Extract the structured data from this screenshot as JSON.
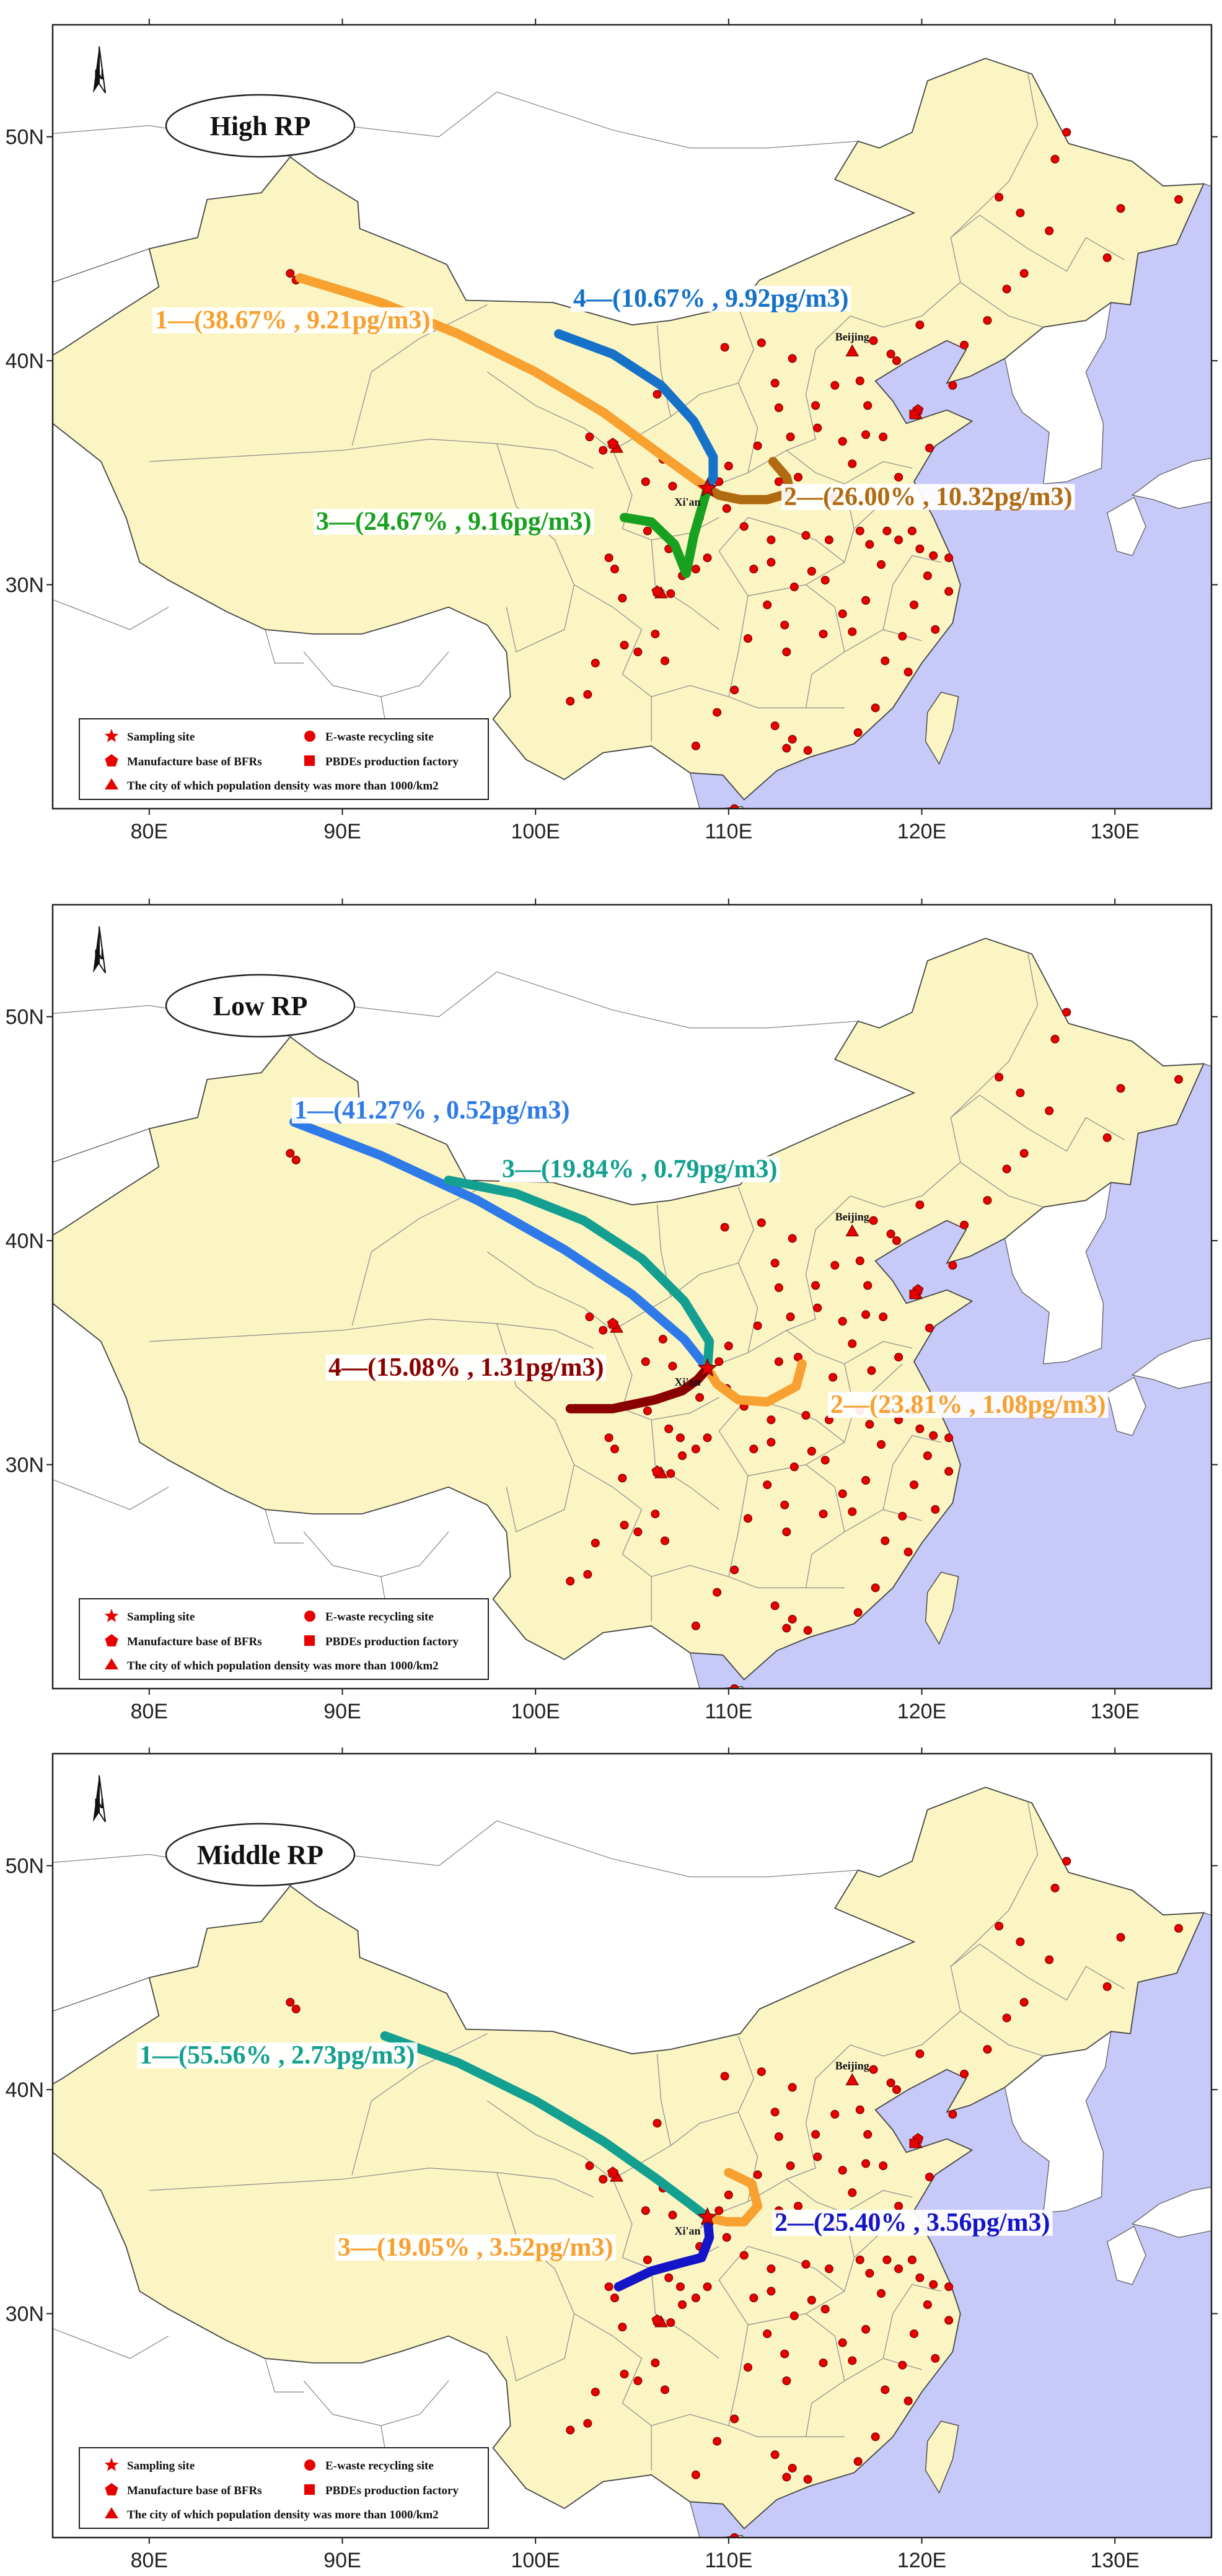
{
  "colors": {
    "sea": "#c7c9f8",
    "land": "#fbf5c4",
    "marker": "#e60000"
  },
  "labels": {
    "beijing": "Beijing",
    "xian": "Xi'an"
  },
  "legend": {
    "sampling_site": "Sampling site",
    "ewaste": "E-waste recycling site",
    "bfr_base": "Manufacture base of BFRs",
    "pbde_factory": "PBDEs production factory",
    "pop_density": "The city of which population density was more than 1000/km2"
  },
  "axes": {
    "x_ticks": [
      "80E",
      "90E",
      "100E",
      "110E",
      "120E",
      "130E"
    ],
    "y_ticks": [
      "30N",
      "40N",
      "50N"
    ]
  },
  "panels": [
    {
      "title": "High RP",
      "routes": [
        {
          "label": "1—(38.67% , 9.21pg/m3)",
          "color": "#f8a030",
          "lon": [
            87.8,
            92,
            96,
            100,
            103.5,
            106.5,
            108.9
          ],
          "lat": [
            43.7,
            42.6,
            41.2,
            39.5,
            37.7,
            35.8,
            34.3
          ]
        },
        {
          "label": "2—(26.00% , 10.32pg/m3)",
          "color": "#b06a10",
          "lon": [
            112.3,
            113.0,
            113.2,
            112.0,
            110.6,
            109.5,
            108.9
          ],
          "lat": [
            35.5,
            34.8,
            34.1,
            33.8,
            33.8,
            34.0,
            34.3
          ]
        },
        {
          "label": "3—(24.67% , 9.16pg/m3)",
          "color": "#18a020",
          "lon": [
            104.6,
            106.0,
            107.2,
            107.8,
            108.2,
            108.6,
            108.9
          ],
          "lat": [
            33.0,
            32.8,
            31.8,
            30.5,
            32.2,
            33.4,
            34.3
          ]
        },
        {
          "label": "4—(10.67% , 9.92pg/m3)",
          "color": "#1572c8",
          "lon": [
            101.2,
            104,
            106.5,
            108.2,
            109.2,
            109.2,
            108.9
          ],
          "lat": [
            41.2,
            40.3,
            38.9,
            37.3,
            35.7,
            34.8,
            34.3
          ]
        }
      ]
    },
    {
      "title": "Low RP",
      "routes": [
        {
          "label": "1—(41.27% , 0.52pg/m3)",
          "color": "#2e7ae8",
          "lon": [
            87.5,
            92,
            97,
            101.5,
            105,
            107.7,
            108.9
          ],
          "lat": [
            45.3,
            43.8,
            41.8,
            39.6,
            37.6,
            35.6,
            34.3
          ]
        },
        {
          "label": "2—(23.81% , 1.08pg/m3)",
          "color": "#f8a030",
          "lon": [
            113.8,
            113.5,
            112.0,
            110.5,
            109.4,
            108.9
          ],
          "lat": [
            34.5,
            33.5,
            32.8,
            32.9,
            33.6,
            34.3
          ]
        },
        {
          "label": "3—(19.84% , 0.79pg/m3)",
          "color": "#13a090",
          "lon": [
            95.5,
            99,
            102.5,
            105.5,
            107.7,
            109.0,
            108.9
          ],
          "lat": [
            42.7,
            42.1,
            40.9,
            39.2,
            37.3,
            35.5,
            34.3
          ]
        },
        {
          "label": "4—(15.08% , 1.31pg/m3)",
          "color": "#8a0000",
          "lon": [
            101.8,
            104,
            106.2,
            107.6,
            108.4,
            108.9
          ],
          "lat": [
            32.5,
            32.5,
            32.9,
            33.3,
            33.8,
            34.3
          ]
        }
      ]
    },
    {
      "title": "Middle RP",
      "routes": [
        {
          "label": "1—(55.56% , 2.73pg/m3)",
          "color": "#13a090",
          "lon": [
            92.2,
            96,
            100,
            103.5,
            106.3,
            108.0,
            108.9
          ],
          "lat": [
            42.4,
            41.2,
            39.5,
            37.7,
            36.0,
            34.9,
            34.3
          ]
        },
        {
          "label": "2—(25.40% , 3.56pg/m3)",
          "color": "#1414c8",
          "lon": [
            104.3,
            106,
            107.7,
            108.6,
            109.0,
            108.9
          ],
          "lat": [
            31.2,
            31.9,
            32.3,
            32.5,
            33.4,
            34.3
          ]
        },
        {
          "label": "3—(19.05% , 3.52pg/m3)",
          "color": "#f8a030",
          "lon": [
            110.0,
            111.2,
            111.5,
            110.8,
            109.9,
            108.9
          ],
          "lat": [
            36.3,
            35.8,
            34.8,
            34.1,
            34.1,
            34.3
          ]
        }
      ]
    }
  ]
}
